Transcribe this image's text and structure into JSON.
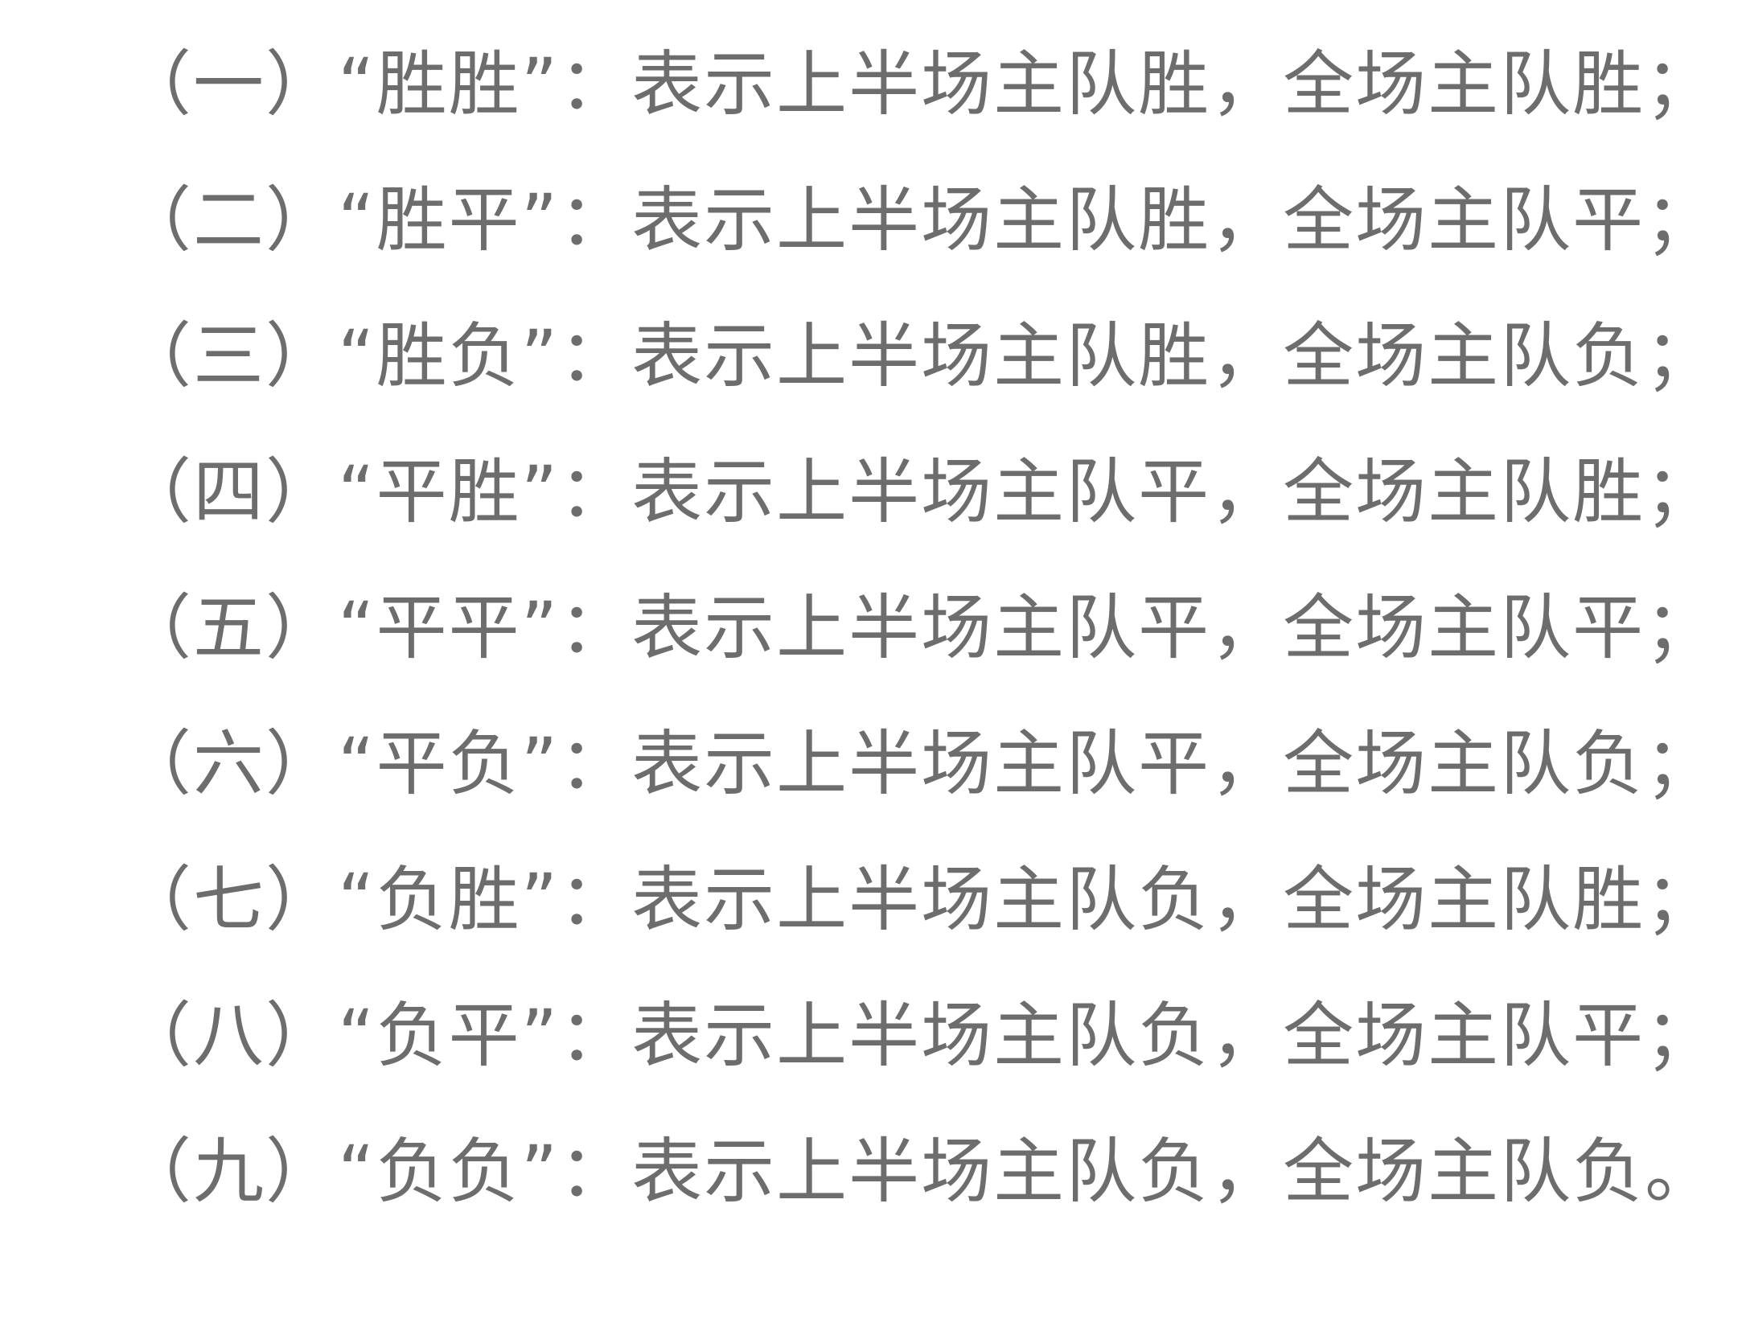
{
  "document": {
    "lines": [
      "（一）“胜胜”：表示上半场主队胜，全场主队胜；",
      "（二）“胜平”：表示上半场主队胜，全场主队平；",
      "（三）“胜负”：表示上半场主队胜，全场主队负；",
      "（四）“平胜”：表示上半场主队平，全场主队胜；",
      "（五）“平平”：表示上半场主队平，全场主队平；",
      "（六）“平负”：表示上半场主队平，全场主队负；",
      "（七）“负胜”：表示上半场主队负，全场主队胜；",
      "（八）“负平”：表示上半场主队负，全场主队平；",
      "（九）“负负”：表示上半场主队负，全场主队负。"
    ]
  },
  "colors": {
    "text": "#6d6d6d",
    "background": "#ffffff"
  }
}
